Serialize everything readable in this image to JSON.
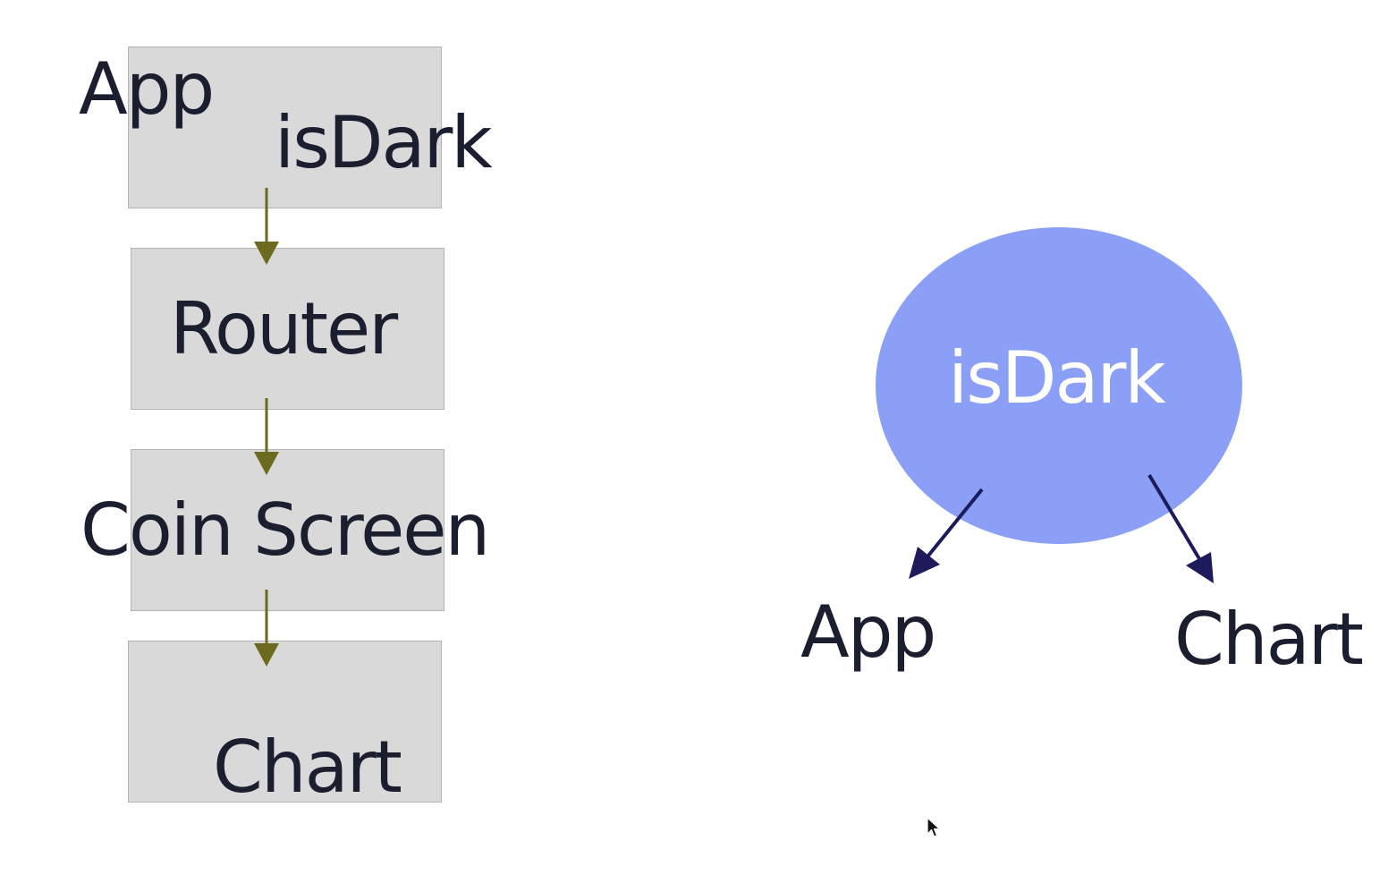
{
  "left_flow": {
    "app_label": "App",
    "state_label": "isDark",
    "nodes": [
      "Router",
      "Coin Screen",
      "Chart"
    ]
  },
  "right_diagram": {
    "state_label": "isDark",
    "targets": [
      "App",
      "Chart"
    ]
  },
  "colors": {
    "box_fill": "#d9d9d9",
    "flow_arrow": "#6b6a1f",
    "state_circle": "#8a9ff5",
    "state_text": "#ffffff",
    "diagram_arrow": "#1e1b5c",
    "text": "#1b1e2e"
  },
  "icons": {
    "cursor": "mouse-pointer-icon"
  }
}
